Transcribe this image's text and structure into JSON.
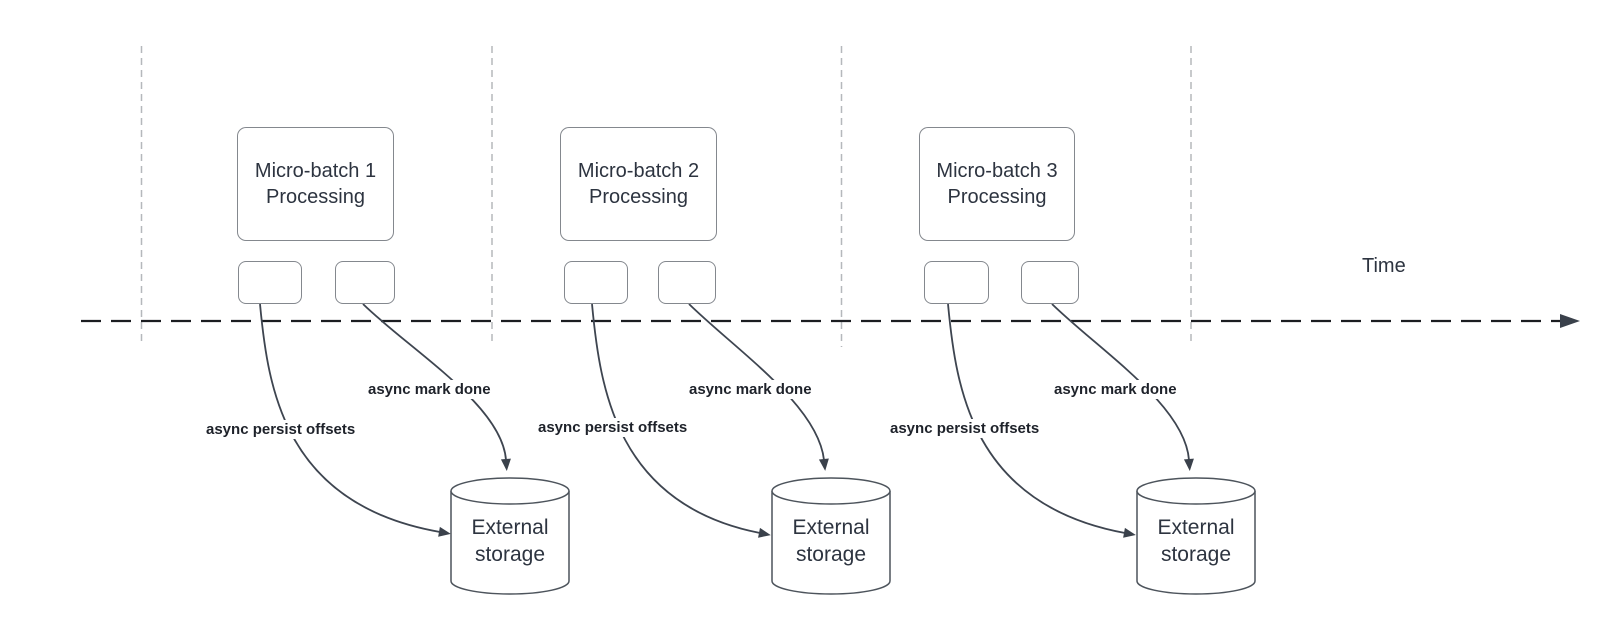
{
  "time_axis": {
    "label": "Time"
  },
  "groups": [
    {
      "box_line1": "Micro-batch 1",
      "box_line2": "Processing",
      "persist_label": "async persist offsets",
      "mark_label": "async mark done",
      "storage_line1": "External",
      "storage_line2": "storage"
    },
    {
      "box_line1": "Micro-batch 2",
      "box_line2": "Processing",
      "persist_label": "async persist offsets",
      "mark_label": "async mark done",
      "storage_line1": "External",
      "storage_line2": "storage"
    },
    {
      "box_line1": "Micro-batch 3",
      "box_line2": "Processing",
      "persist_label": "async persist offsets",
      "mark_label": "async mark done",
      "storage_line1": "External",
      "storage_line2": "storage"
    }
  ],
  "colors": {
    "text": "#2d3440",
    "bold_label_text": "#1e222a",
    "timeline_stroke": "#1b1d21",
    "lane_divider_stroke": "#b5b8bc",
    "arrow_stroke": "#3e4550",
    "box_border": "#84888e",
    "cylinder_stroke": "#4d545c",
    "background": "#ffffff"
  }
}
